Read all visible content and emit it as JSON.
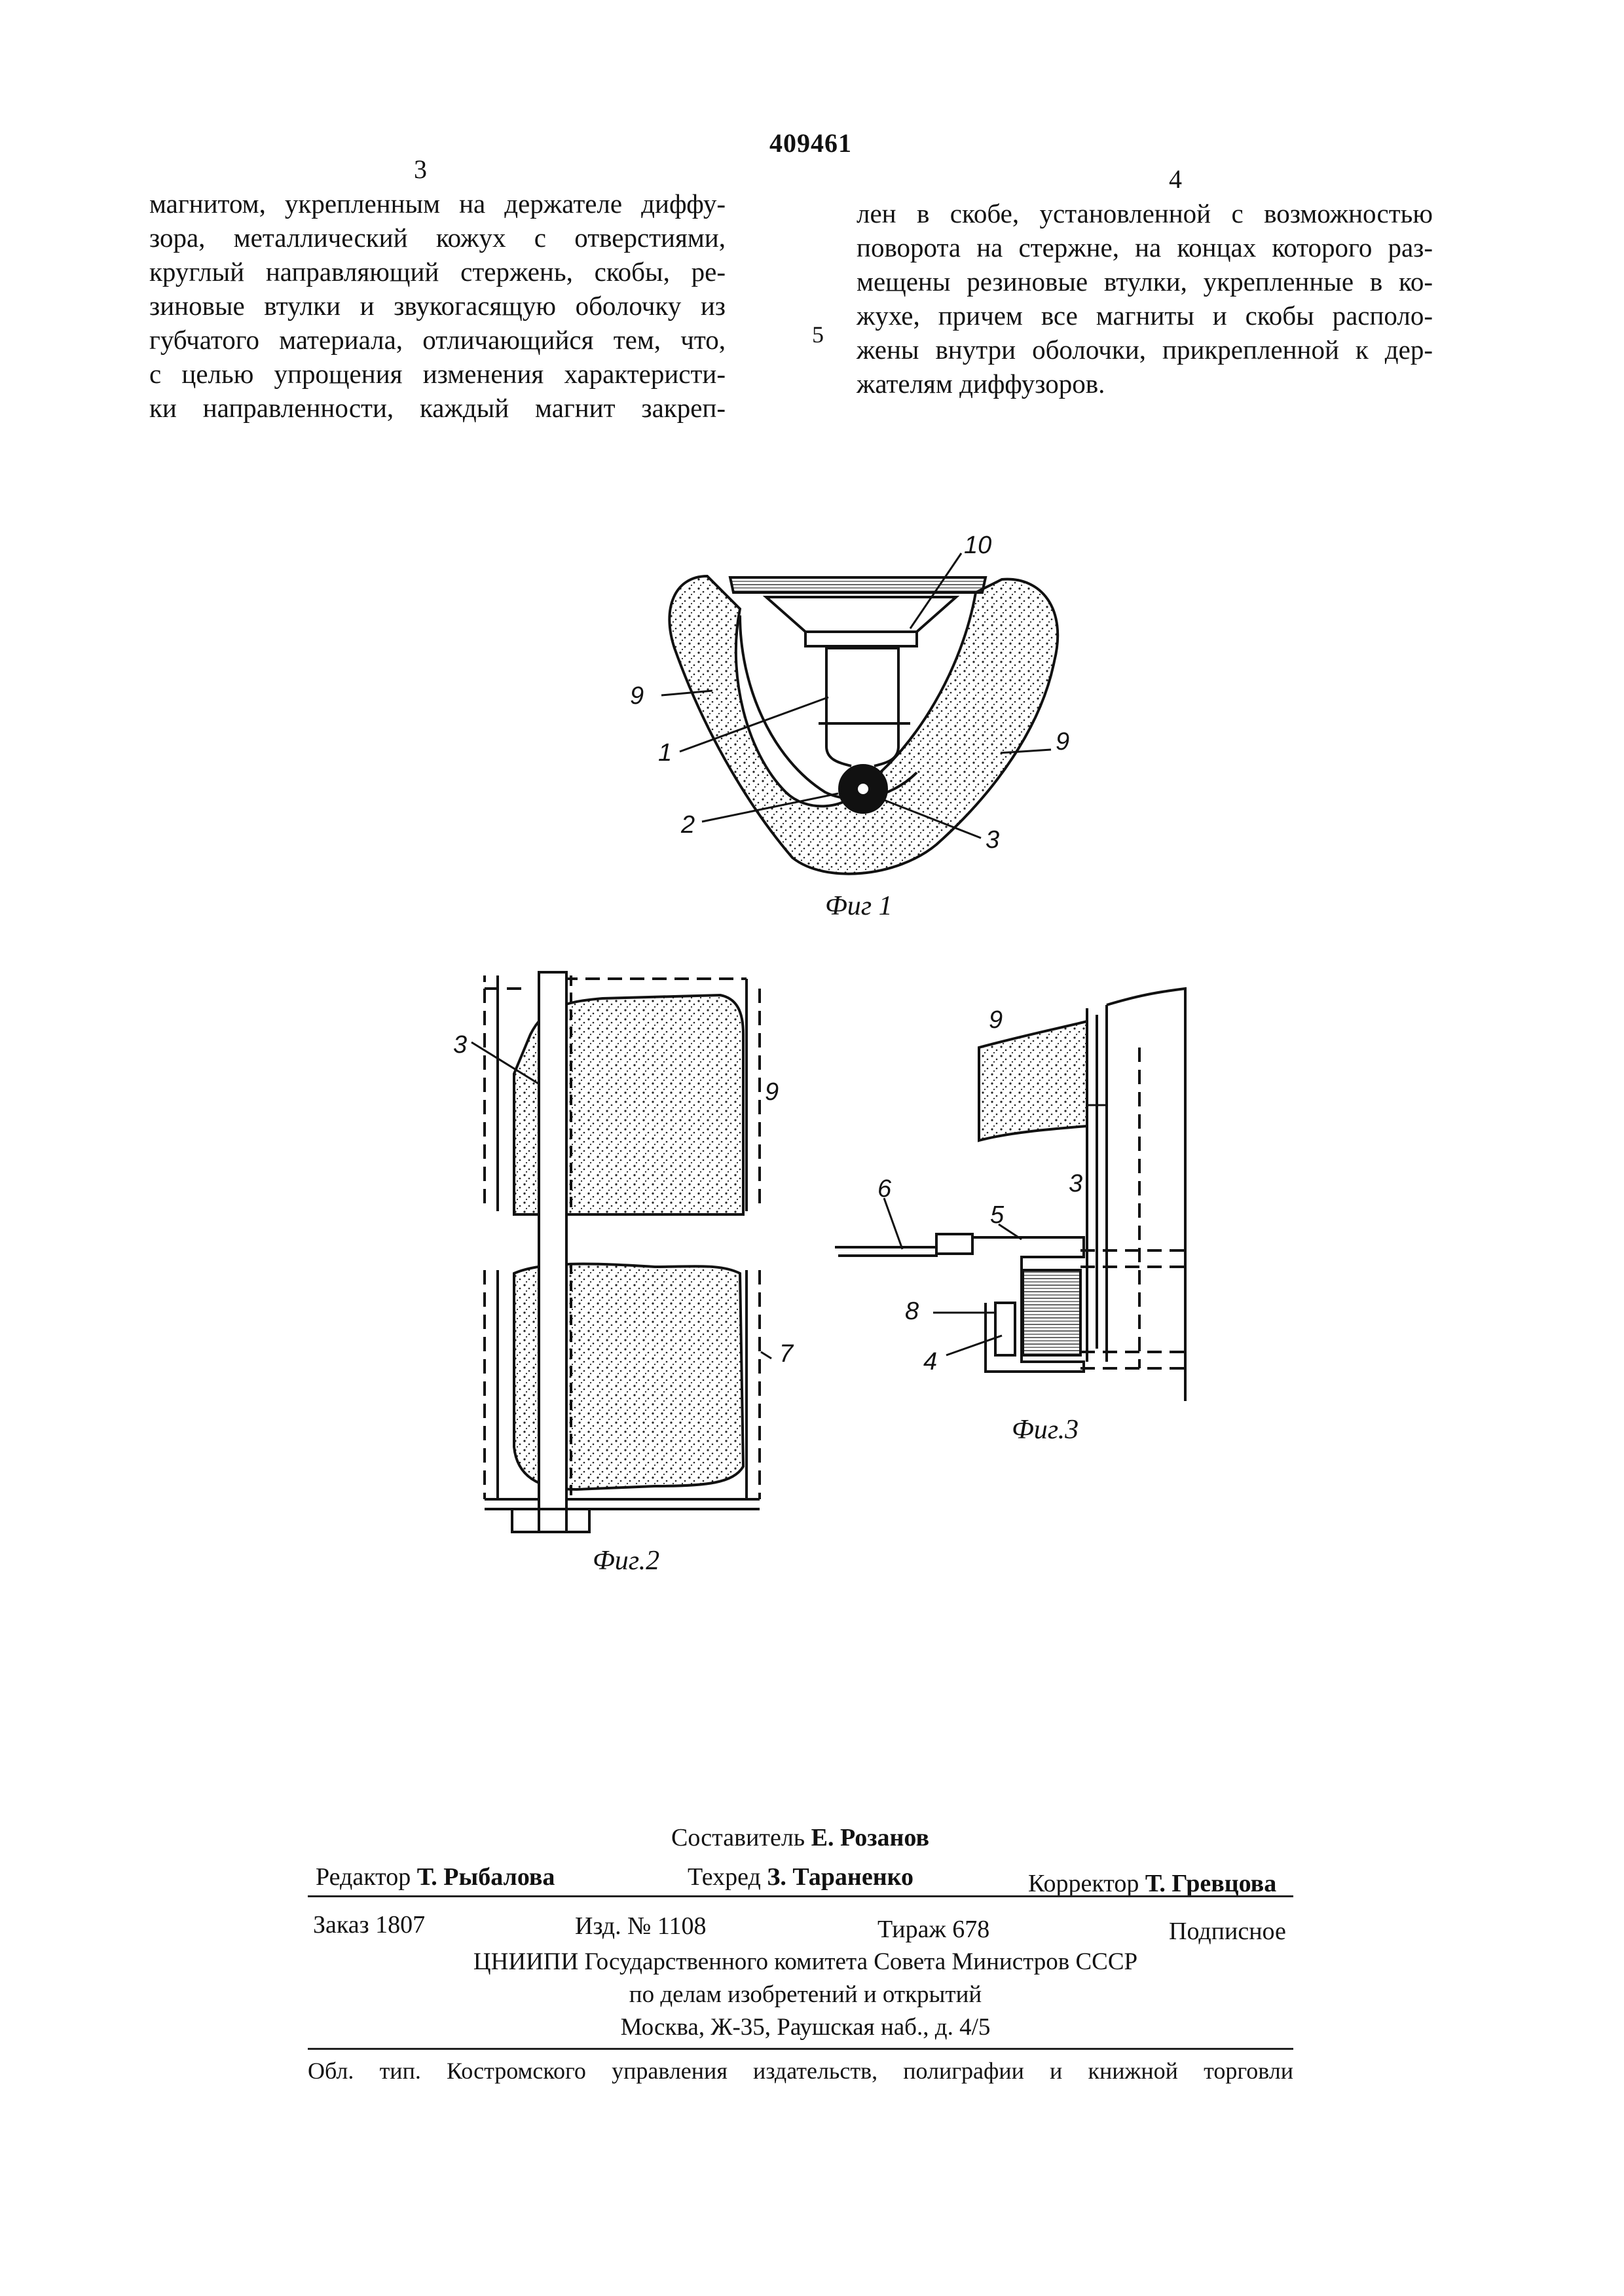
{
  "header": {
    "patent_number": "409461",
    "left_page": "3",
    "right_page": "4",
    "line_marker": "5"
  },
  "left_column": [
    "магнитом, укрепленным на держателе диффу-",
    "зора, металлический кожух с отверстиями,",
    "круглый направляющий стержень, скобы, ре-",
    "зиновые втулки и звукогасящую оболочку из",
    "губчатого материала, отличающийся тем, что,",
    "с целью упрощения изменения характеристи-",
    "ки направленности, каждый магнит закреп-"
  ],
  "right_column": [
    "лен в скобе, установленной с возможностью",
    "поворота на стержне, на концах которого раз-",
    "мещены резиновые втулки, укрепленные в ко-",
    "жухе, причем все магниты и скобы располо-",
    "жены внутри оболочки, прикрепленной к дер-",
    "жателям диффузоров."
  ],
  "figures": {
    "fig1_caption": "Фиг 1",
    "fig2_caption": "Фиг.2",
    "fig3_caption": "Фиг.3",
    "fig1_labels": [
      "10",
      "9",
      "1",
      "9",
      "2",
      "3"
    ],
    "fig2_labels": [
      "3",
      "9",
      "7"
    ],
    "fig3_labels": [
      "9",
      "3",
      "6",
      "5",
      "8",
      "4"
    ]
  },
  "credits": {
    "compiler_label": "Составитель",
    "compiler_name": "Е. Розанов",
    "editor_label": "Редактор",
    "editor_name": "Т. Рыбалова",
    "techred_label": "Техред",
    "techred_name": "З. Тараненко",
    "corrector_label": "Корректор",
    "corrector_name": "Т. Гревцова"
  },
  "imprint": {
    "order": "Заказ 1807",
    "edition": "Изд. № 1108",
    "circulation": "Тираж 678",
    "subscription": "Подписное",
    "org_line1": "ЦНИИПИ Государственного комитета Совета Министров СССР",
    "org_line2": "по делам изобретений и открытий",
    "org_line3": "Москва, Ж-35, Раушская наб., д. 4/5",
    "printer": "Обл. тип. Костромского управления издательств, полиграфии и книжной торговли"
  }
}
